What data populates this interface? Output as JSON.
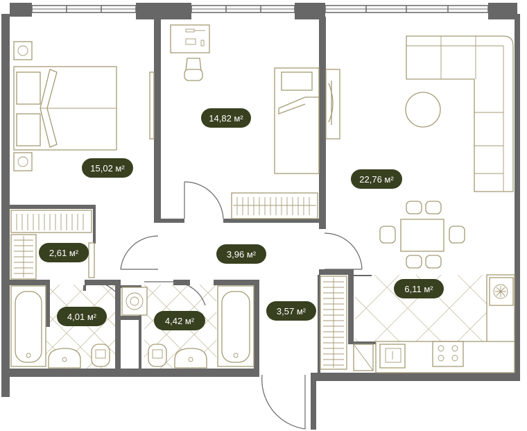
{
  "rooms": [
    {
      "id": "bedroom",
      "area": "15,02 м²"
    },
    {
      "id": "study",
      "area": "14,82 м²"
    },
    {
      "id": "living-room",
      "area": "22,76 м²"
    },
    {
      "id": "wardrobe",
      "area": "2,61 м²"
    },
    {
      "id": "hall",
      "area": "3,96 м²"
    },
    {
      "id": "kitchen",
      "area": "6,11 м²"
    },
    {
      "id": "bathroom-left",
      "area": "4,01 м²"
    },
    {
      "id": "bathroom-right",
      "area": "4,42 м²"
    },
    {
      "id": "entrance",
      "area": "3,57 м²"
    }
  ],
  "colors": {
    "wall": "#676767",
    "furniture": "#a49a73",
    "label_bg": "#37401f",
    "label_text": "#ffffff"
  }
}
